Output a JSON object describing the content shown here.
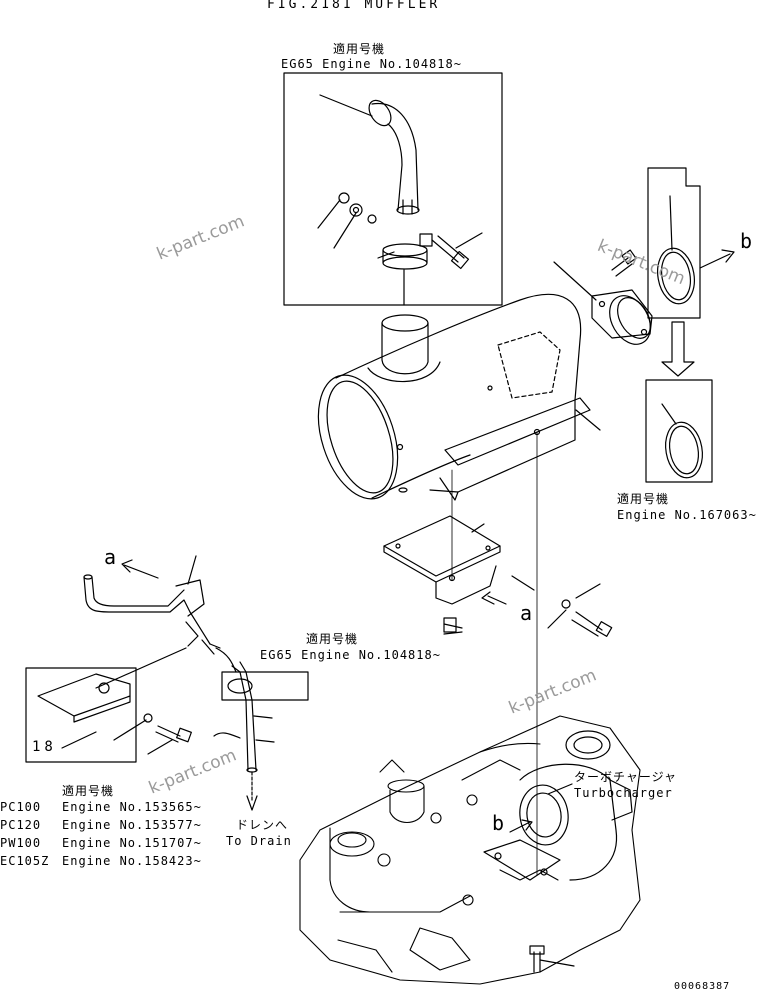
{
  "figure": {
    "title": "FIG.2181 MUFFLER",
    "doc_number": "00068387"
  },
  "watermark": "k-part.com",
  "notes": {
    "top": {
      "jp": "適用号機",
      "en": "EG65 Engine No.104818~"
    },
    "right": {
      "jp": "適用号機",
      "en": "Engine No.167063~"
    },
    "middle": {
      "jp": "適用号機",
      "en": "EG65 Engine No.104818~"
    },
    "bottom_left": {
      "jp": "適用号機",
      "rows": [
        {
          "model": "PC100",
          "engine": "Engine No.153565~"
        },
        {
          "model": "PC120",
          "engine": "Engine No.153577~"
        },
        {
          "model": "PW100",
          "engine": "Engine No.151707~"
        },
        {
          "model": "EC105Z",
          "engine": "Engine No.158423~"
        }
      ]
    }
  },
  "labels": {
    "arrow_a": "a",
    "arrow_b": "b",
    "part_18": "18",
    "turbo_jp": "ターボチャージャ",
    "turbo_en": "Turbocharger",
    "drain_jp": "ドレンへ",
    "drain_en": "To Drain"
  }
}
